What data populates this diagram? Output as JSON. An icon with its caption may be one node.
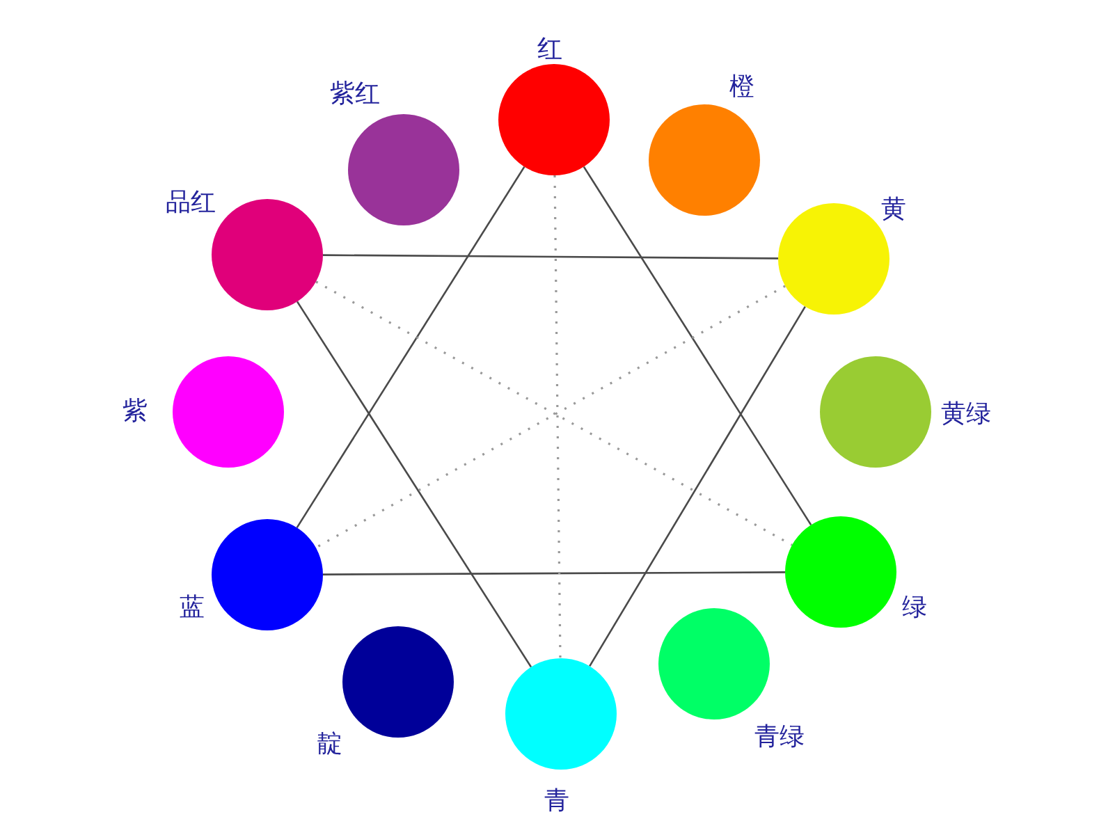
{
  "diagram": {
    "nodes": [
      {
        "text": [
          "红"
        ]
      },
      {
        "text": [
          "橙"
        ]
      },
      {
        "text": [
          "黄"
        ]
      },
      {
        "text": [
          "黄绿"
        ]
      },
      {
        "text": [
          "绿"
        ]
      },
      {
        "text": [
          "青绿"
        ]
      },
      {
        "text": [
          "青"
        ]
      },
      {
        "text": [
          "靛"
        ]
      },
      {
        "text": [
          "蓝"
        ]
      },
      {
        "text": [
          "紫"
        ]
      },
      {
        "text": [
          "品红"
        ]
      },
      {
        "text": [
          "紫红"
        ]
      }
    ],
    "edges": [
      {
        "from": 0,
        "to": 4,
        "arrow": "none"
      },
      {
        "from": 4,
        "to": 8,
        "arrow": "none"
      },
      {
        "from": 8,
        "to": 0,
        "arrow": "none"
      },
      {
        "from": 10,
        "to": 2,
        "arrow": "none"
      },
      {
        "from": 2,
        "to": 6,
        "arrow": "none"
      },
      {
        "from": 6,
        "to": 10,
        "arrow": "none"
      },
      {
        "from": 0,
        "to": 6,
        "arrow": "none",
        "style": "dashed",
        "color": "#999999"
      },
      {
        "from": 10,
        "to": 4,
        "arrow": "none",
        "style": "dashed",
        "color": "#999999"
      },
      {
        "from": 2,
        "to": 8,
        "arrow": "none",
        "style": "dashed",
        "color": "#999999"
      }
    ]
  }
}
